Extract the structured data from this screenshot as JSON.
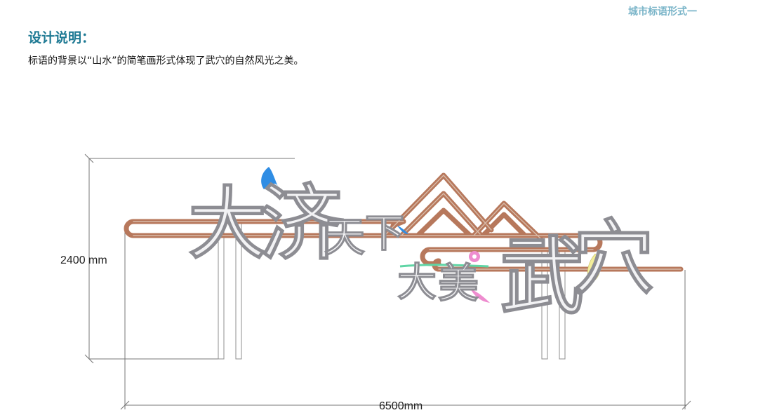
{
  "page_label": "城市标语形式一",
  "heading": "设计说明：",
  "description": "标语的背景以“山水”的简笔画形式体现了武穴的自然风光之美。",
  "dimensions": {
    "height_label": "2400 mm",
    "width_label": "6500mm"
  },
  "slogan_chars": {
    "c1": "大",
    "c2": "济",
    "c3": "天",
    "c4": "下",
    "c5": "大",
    "c6": "美",
    "c7": "武",
    "c8": "穴"
  },
  "colors": {
    "label": "#79b4c8",
    "heading": "#1f7a94",
    "rail_wood": "#b7785c",
    "rail_core": "#dcc3b2",
    "callig_fill": "#f2f2f4",
    "callig_stroke": "#8d8d93",
    "accent_blue": "#2f8de4",
    "accent_pink": "#ee8ccf",
    "accent_green": "#5fd5a5",
    "accent_yellow": "#f3ee9a"
  }
}
